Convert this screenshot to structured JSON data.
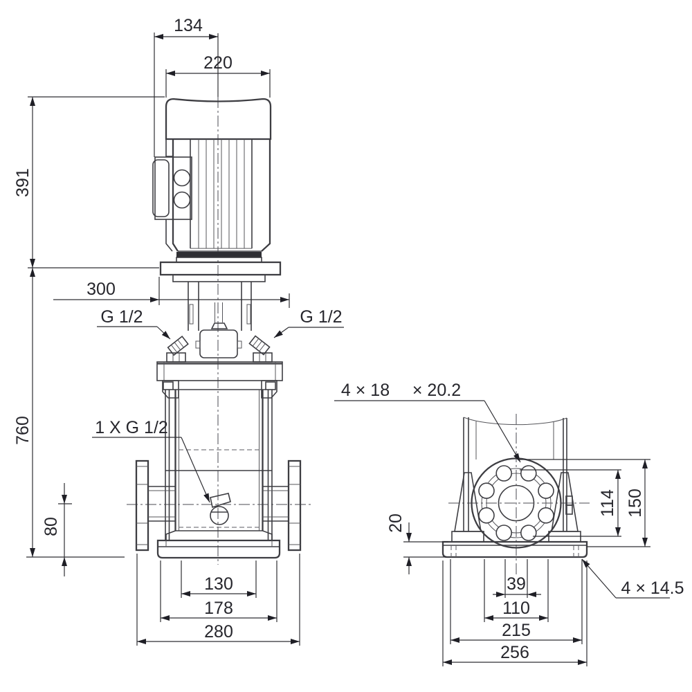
{
  "drawing": {
    "front": {
      "dim_134": "134",
      "dim_220": "220",
      "dim_391": "391",
      "dim_300": "300",
      "port_left": "G 1/2",
      "port_right": "G 1/2",
      "dim_760": "760",
      "drain_label": "1 X G 1/2",
      "dim_80": "80",
      "dim_130": "130",
      "dim_178": "178",
      "dim_280": "280"
    },
    "side": {
      "holes_label_a": "4 × 18",
      "holes_label_b": "× 20.2",
      "dim_20": "20",
      "dim_114": "114",
      "dim_150": "150",
      "dim_39": "39",
      "dim_110": "110",
      "dim_215": "215",
      "dim_256": "256",
      "base_holes_label": "4 × 14.5"
    },
    "colors": {
      "line": "#3d3d42",
      "dim": "#2e2e33",
      "text": "#26262c",
      "background": "#ffffff"
    }
  }
}
